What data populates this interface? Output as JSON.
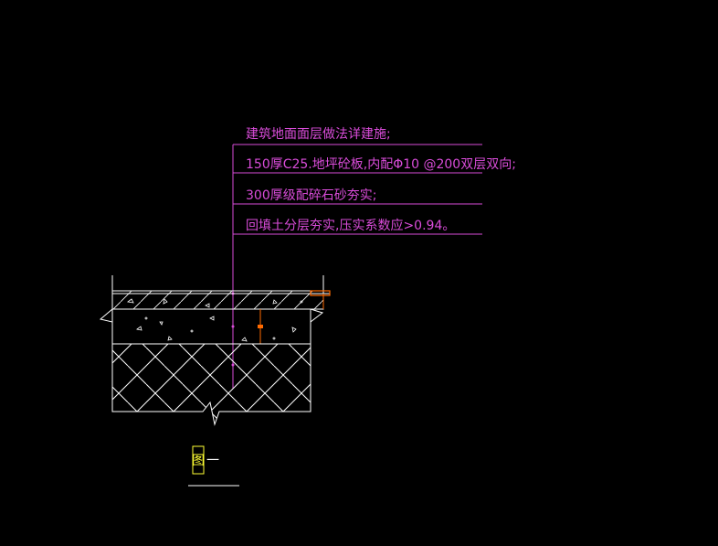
{
  "colors": {
    "background": "#000000",
    "leader": "#d94cd9",
    "outline": "#ffffff",
    "marker": "#ff6a00",
    "caption": "#ffff33"
  },
  "notes": [
    "建筑地面面层做法详建施;",
    "150厚C25.地坪砼板,内配Φ10 @200双层双向;",
    "300厚级配碎石砂夯实;",
    "回填土分层夯实,压实系数应>0.94。"
  ],
  "caption": {
    "label": "图一",
    "label_left": "图",
    "label_right": "一"
  }
}
